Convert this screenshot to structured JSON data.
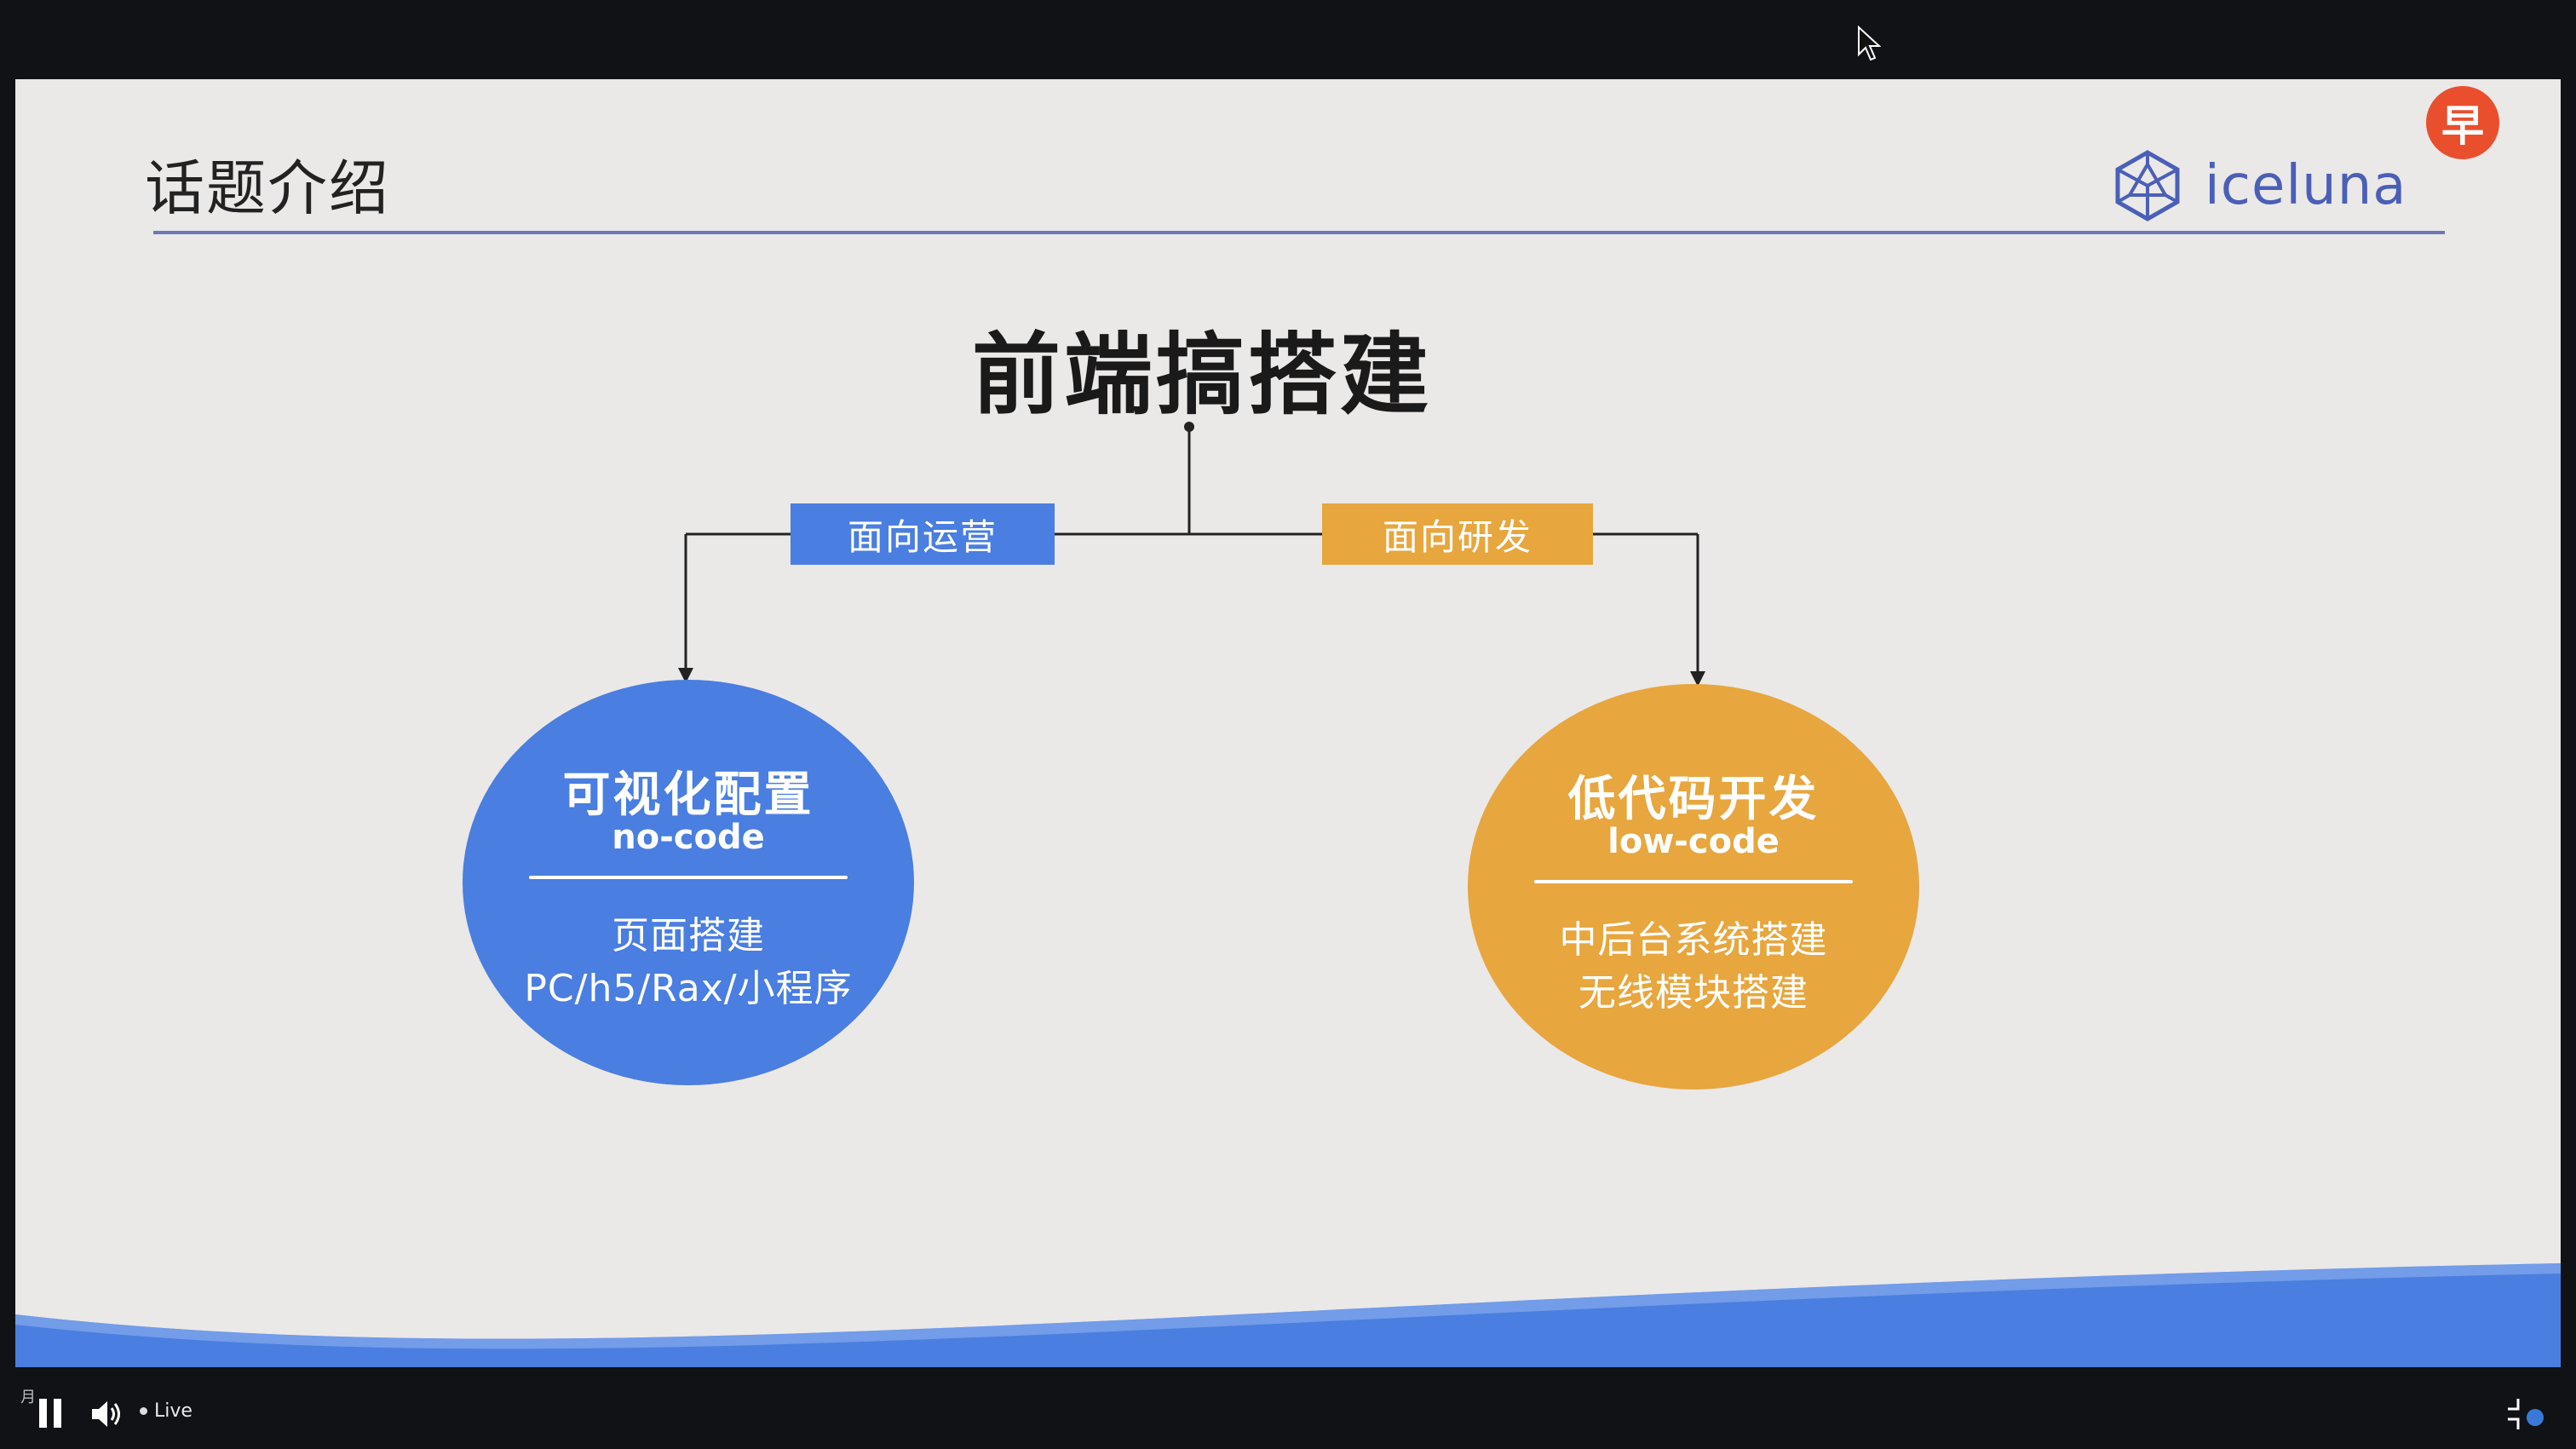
{
  "slide": {
    "title": "话题介绍",
    "logo_text": "iceluna",
    "badge_text": "早",
    "main_title": "前端搞搭建",
    "tags": {
      "operations": "面向运营",
      "development": "面向研发"
    },
    "nocode": {
      "title": "可视化配置",
      "subtitle": "no-code",
      "line1": "页面搭建",
      "line2": "PC/h5/Rax/小程序"
    },
    "lowcode": {
      "title": "低代码开发",
      "subtitle": "low-code",
      "line1": "中后台系统搭建",
      "line2": "无线模块搭建"
    }
  },
  "player": {
    "live_label": "Live",
    "corner_text": "月"
  },
  "colors": {
    "blue": "#4a7ee0",
    "orange": "#e7a63e",
    "logo": "#4a5fb7",
    "badge": "#ea4f2d"
  },
  "icons": [
    "pause-icon",
    "volume-icon",
    "exit-fullscreen-icon",
    "cursor-icon",
    "iceluna-logo-icon"
  ]
}
